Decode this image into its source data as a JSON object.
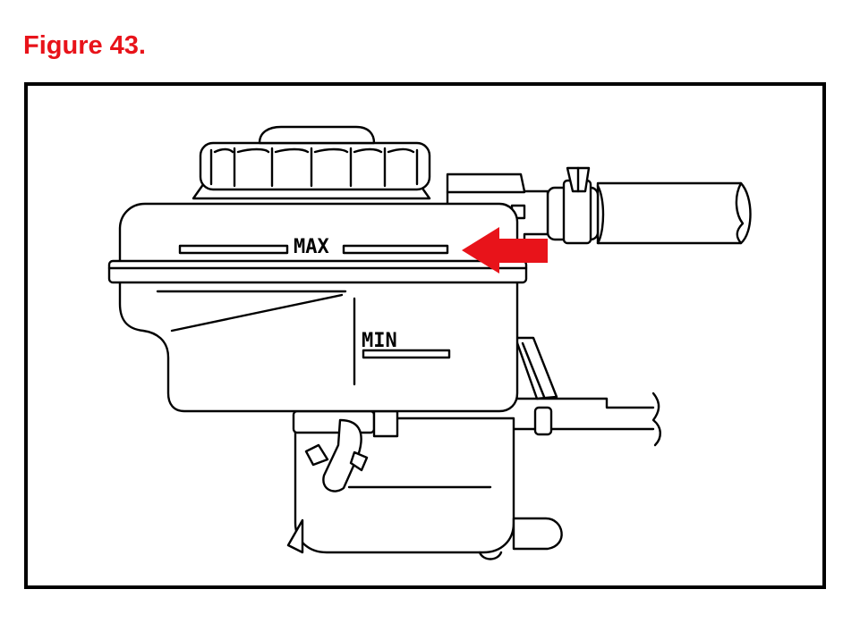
{
  "figure": {
    "title": "Figure 43.",
    "title_color": "#e8131a",
    "arrow_color": "#e8131a"
  },
  "labels": {
    "max": "MAX",
    "min": "MIN"
  },
  "icons": {
    "pointer": "left-arrow-icon"
  }
}
